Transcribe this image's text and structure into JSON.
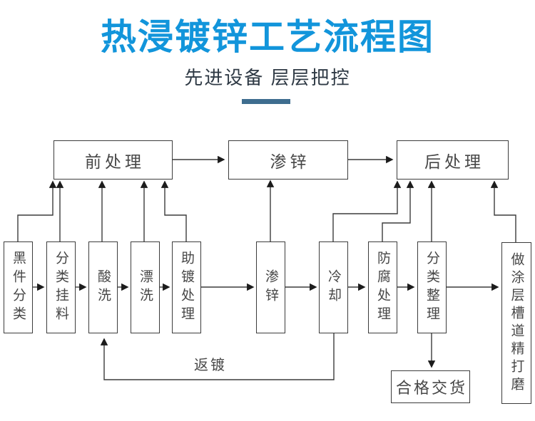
{
  "header": {
    "title": "热浸镀锌工艺流程图",
    "subtitle": "先进设备 层层把控",
    "title_color": "#1295db",
    "accent_bar_color": "#3e6d8f"
  },
  "flowchart": {
    "stage_boxes": [
      {
        "label": "前处理"
      },
      {
        "label": "渗锌"
      },
      {
        "label": "后处理"
      }
    ],
    "process_boxes": [
      {
        "label": "黑件分类"
      },
      {
        "label": "分类挂料"
      },
      {
        "label": "酸洗"
      },
      {
        "label": "漂洗"
      },
      {
        "label": "助镀处理"
      },
      {
        "label": "渗锌"
      },
      {
        "label": "冷却"
      },
      {
        "label": "防腐处理"
      },
      {
        "label": "分类整理"
      },
      {
        "label": "做涂层槽道精打磨"
      }
    ],
    "result_box": {
      "label": "合格交货"
    },
    "loop_label": "返镀",
    "line_color": "#3c3c3c",
    "edges": [
      "黑件分类 → 分类挂料 → 酸洗 → 漂洗 → 助镀处理 → 渗锌 → 冷却 → 防腐处理 → 分类整理 → 做涂层槽道精打磨",
      "黑件分类 → 前处理",
      "分类挂料 → 前处理",
      "酸洗 → 前处理",
      "漂洗 → 前处理",
      "助镀处理 → 前处理",
      "前处理 → 渗锌(阶段)",
      "渗锌 → 渗锌(阶段)",
      "渗锌(阶段) → 后处理",
      "冷却 → 后处理",
      "防腐处理 → 后处理",
      "分类整理 → 后处理",
      "做涂层槽道精打磨 → 后处理",
      "冷却 → 返镀 → 酸洗",
      "分类整理 → 合格交货"
    ]
  }
}
